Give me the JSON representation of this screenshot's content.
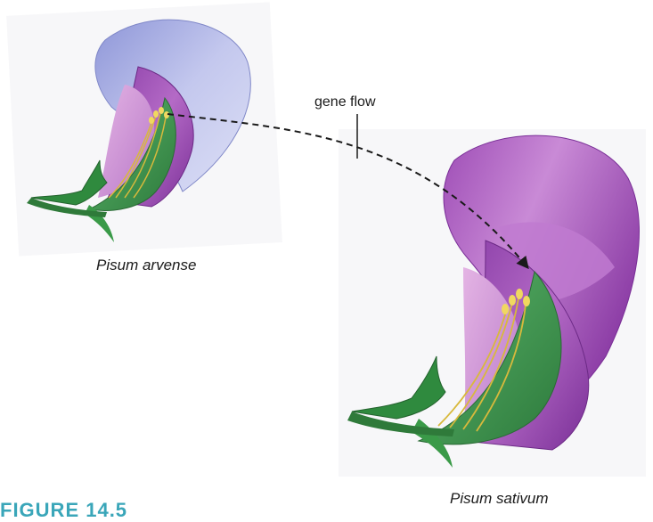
{
  "labels": {
    "gene_flow": "gene flow",
    "species_left": "Pisum arvense",
    "species_right": "Pisum sativum"
  },
  "caption": {
    "text": "FIGURE 14.5",
    "color": "#3aa6b9"
  },
  "colors": {
    "petal_blue": "#b7bde8",
    "petal_purple": "#9b4fb3",
    "petal_light": "#d59bd8",
    "keel_green": "#3f9a52",
    "stem_green": "#2f7a3a",
    "stamen_yellow": "#e0c64a",
    "arrow": "#1a1a1a"
  },
  "icons": [
    "pea-flower-arvense-illustration",
    "pea-flower-sativum-illustration",
    "gene-flow-arrow"
  ]
}
